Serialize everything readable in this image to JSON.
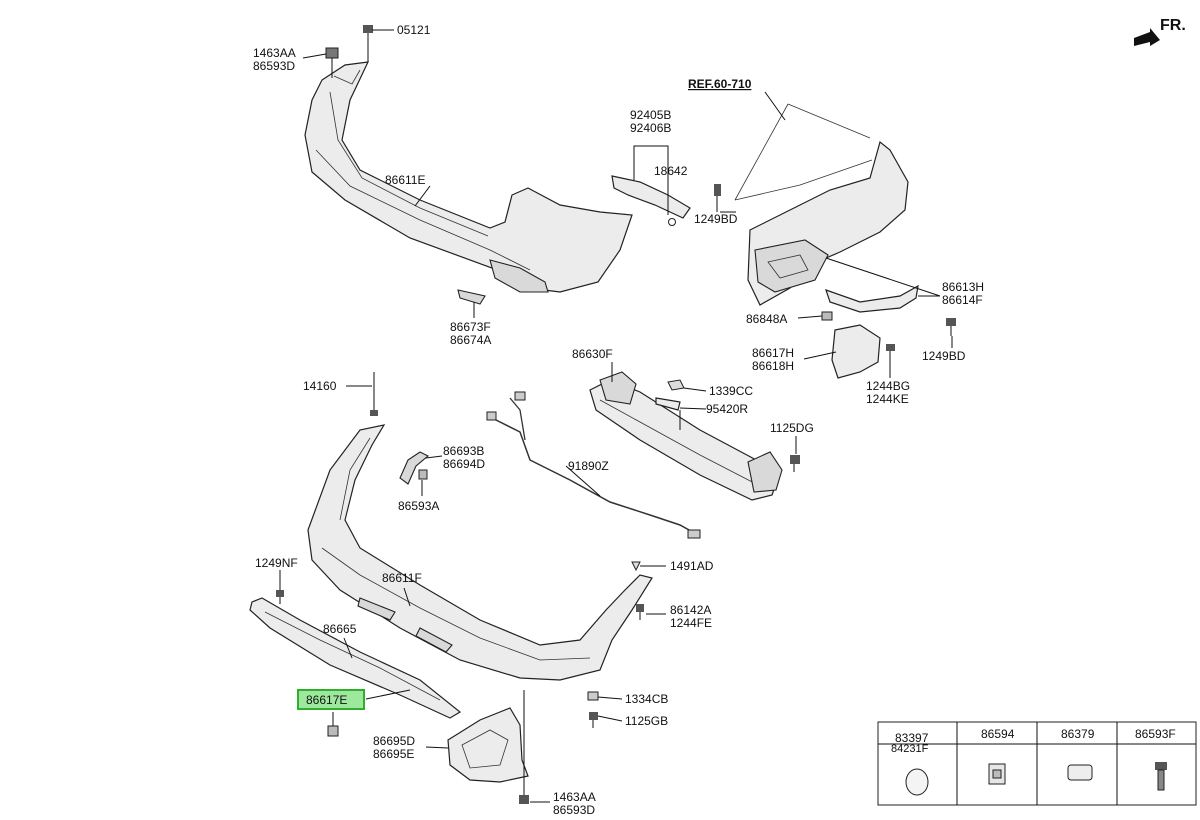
{
  "direction_label": "FR.",
  "labels": {
    "p05121": "05121",
    "p1463AA_top": "1463AA",
    "p86593D_top": "86593D",
    "p86611E": "86611E",
    "p92405B": "92405B",
    "p92406B": "92406B",
    "p18642": "18642",
    "p1249BD_a": "1249BD",
    "ref": "REF.60-710",
    "p86673F": "86673F",
    "p86674A": "86674A",
    "p86613H": "86613H",
    "p86614F": "86614F",
    "p86848A": "86848A",
    "p1249BD_b": "1249BD",
    "p86617H": "86617H",
    "p86618H": "86618H",
    "p1244BG": "1244BG",
    "p1244KE": "1244KE",
    "p14160": "14160",
    "p86630F": "86630F",
    "p1339CC": "1339CC",
    "p95420R": "95420R",
    "p1125DG": "1125DG",
    "p86693B": "86693B",
    "p86694D": "86694D",
    "p91890Z": "91890Z",
    "p86593A": "86593A",
    "p1249NF": "1249NF",
    "p86611F": "86611F",
    "p1491AD": "1491AD",
    "p86142A": "86142A",
    "p1244FE": "1244FE",
    "p86665": "86665",
    "p86617E": "86617E",
    "p1334CB": "1334CB",
    "p1125GB": "1125GB",
    "p86695D": "86695D",
    "p86695E": "86695E",
    "p1463AA_bot": "1463AA",
    "p86593D_bot": "86593D"
  },
  "legend": {
    "col1_line1": "83397",
    "col1_line2": "84231F",
    "col2": "86594",
    "col3": "86379",
    "col4": "86593F"
  },
  "highlight": {
    "part": "86617E",
    "fill": "#9de89d",
    "border": "#2fae2f"
  }
}
